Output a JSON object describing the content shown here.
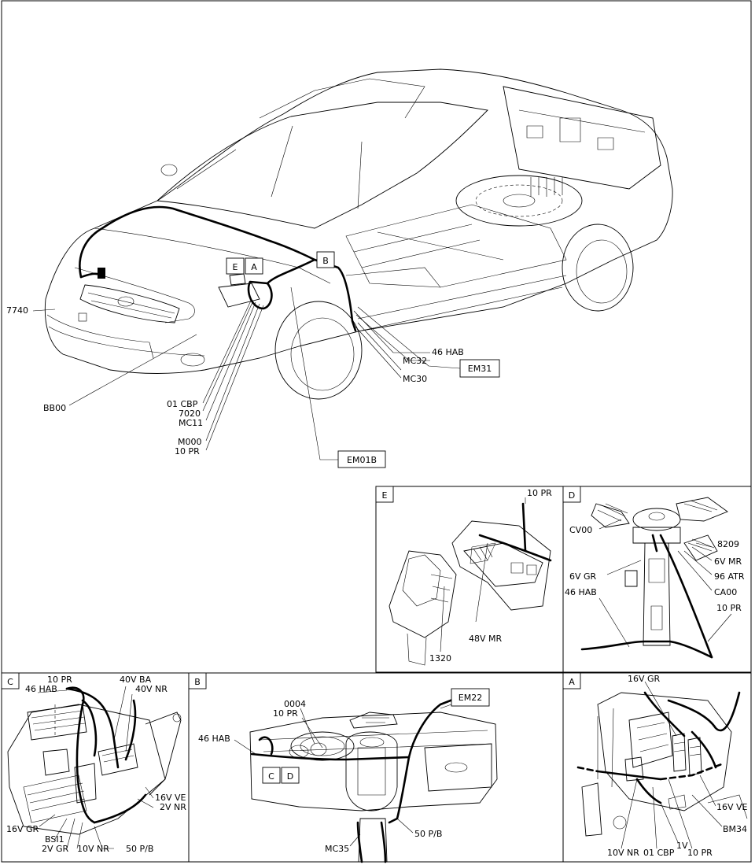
{
  "main_view": {
    "zoom_markers": [
      "E",
      "A",
      "B"
    ],
    "labels": {
      "l7740": "7740",
      "lBB00": "BB00",
      "l01CBP": "01 CBP",
      "l7020": "7020",
      "lMC11": "MC11",
      "lM000": "M000",
      "l10PR": "10 PR",
      "lEM01B": "EM01B",
      "l46HAB": "46 HAB",
      "lMC32": "MC32",
      "lMC30": "MC30",
      "lEM31": "EM31"
    }
  },
  "panel_e": {
    "tag": "E",
    "labels": {
      "l10PR": "10 PR",
      "l48VMR": "48V MR",
      "l1320": "1320"
    }
  },
  "panel_d": {
    "tag": "D",
    "labels": {
      "lCV00": "CV00",
      "l8209": "8209",
      "l6VMR": "6V MR",
      "l96ATR": "96 ATR",
      "lCA00": "CA00",
      "l6VGR": "6V GR",
      "l46HAB": "46 HAB",
      "l10PR": "10 PR"
    }
  },
  "panel_c": {
    "tag": "C",
    "labels": {
      "l10PR": "10 PR",
      "l46HAB": "46 HAB",
      "l40VBA": "40V BA",
      "l40VNR": "40V NR",
      "l16VVE": "16V VE",
      "l2VNR": "2V NR",
      "l16VGR": "16V GR",
      "lBSI1": "BSI1",
      "l2VGR": "2V GR",
      "l10VNR": "10V NR",
      "l50PB": "50 P/B"
    }
  },
  "panel_b": {
    "tag": "B",
    "sub_markers": [
      "C",
      "D"
    ],
    "labels": {
      "l0004": "0004",
      "l10PR": "10 PR",
      "l46HAB": "46 HAB",
      "lEM22": "EM22",
      "l50PB": "50 P/B",
      "lMC35": "MC35"
    }
  },
  "panel_a": {
    "tag": "A",
    "labels": {
      "l16VGR": "16V GR",
      "l16VVE": "16V VE",
      "lBM34": "BM34",
      "l10VNR": "10V NR",
      "l01CBP": "01 CBP",
      "l1V": "1V",
      "l10PR": "10 PR"
    }
  }
}
